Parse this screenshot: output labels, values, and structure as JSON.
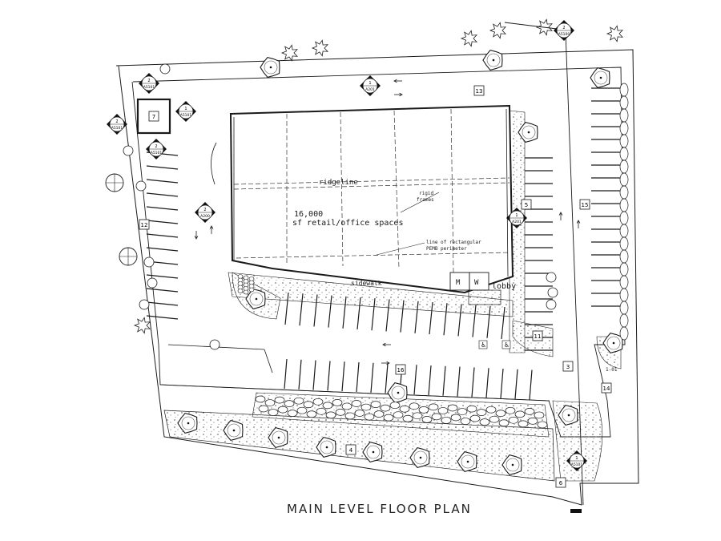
{
  "plan": {
    "title": "MAIN LEVEL FLOOR PLAN",
    "building": {
      "ridgeline_label": "ridgeline",
      "area_label": "16,000",
      "use_label": "sf retail/office spaces",
      "frames_label_1": "rigid",
      "frames_label_2": "frames",
      "perimeter_label_1": "line of rectangular",
      "perimeter_label_2": "PEMB perimeter",
      "sidewalk_label": "sidewalk",
      "restroom_men": "M",
      "restroom_women": "W",
      "lobby_label": "lobby"
    },
    "section_markers": [
      {
        "num": "2",
        "sheet": "A5101"
      },
      {
        "num": "2",
        "sheet": "A5101"
      },
      {
        "num": "1",
        "sheet": "A5101"
      },
      {
        "num": "2",
        "sheet": "A5101"
      },
      {
        "num": "1",
        "sheet": "A201"
      },
      {
        "num": "2",
        "sheet": "A200"
      },
      {
        "num": "1",
        "sheet": "A201"
      },
      {
        "num": "2",
        "sheet": "A5100"
      },
      {
        "num": "1",
        "sheet": "A5101"
      }
    ],
    "keynotes": [
      "7",
      "13",
      "5",
      "15",
      "11",
      "3",
      "16",
      "14",
      "4",
      "6",
      "12"
    ],
    "detail_tag": "1-01"
  }
}
